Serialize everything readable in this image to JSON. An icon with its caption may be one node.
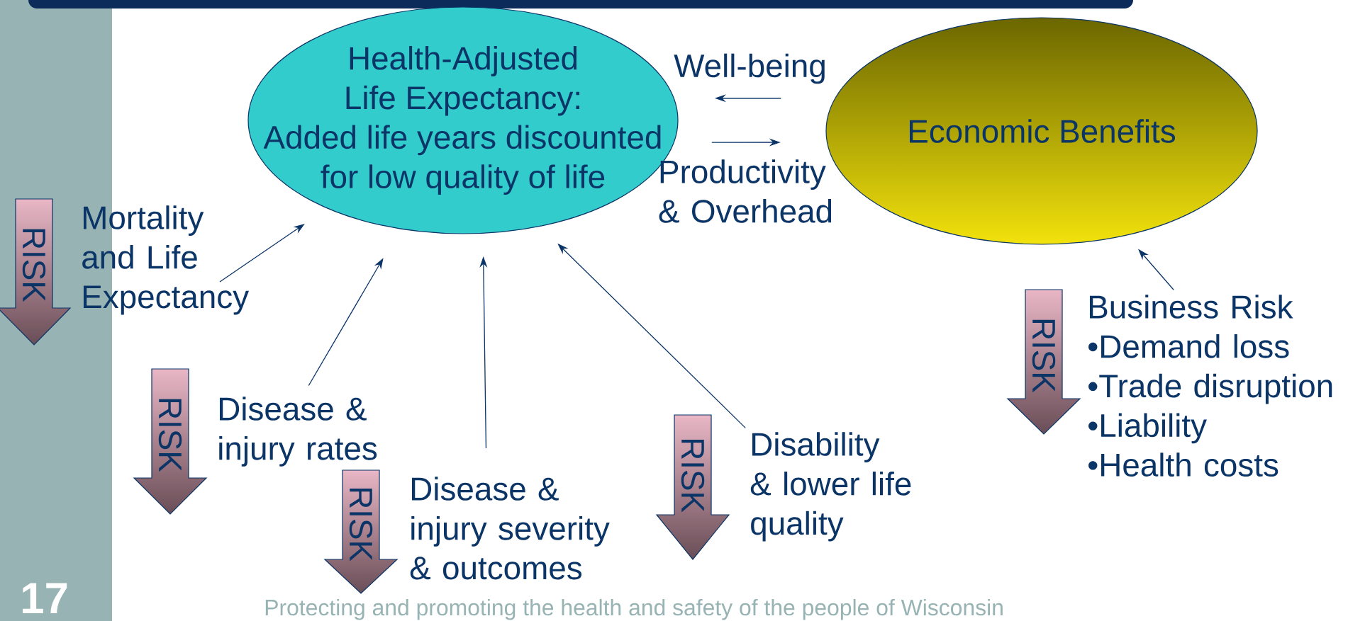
{
  "diagram": {
    "nodes": [
      {
        "text": [
          "Health-Adjusted Life Expectancy:",
          "Added life years discounted for low quality of life"
        ]
      },
      {
        "text": [
          "Economic Benefits"
        ]
      },
      {
        "text": [
          "RISK"
        ]
      },
      {
        "text": [
          "Mortality and Life Expectancy"
        ]
      },
      {
        "text": [
          "RISK"
        ]
      },
      {
        "text": [
          "Business Risk",
          "•Demand loss",
          "•Trade disruption",
          "•Liability",
          "•Health costs"
        ]
      },
      {
        "text": [
          "RISK"
        ]
      },
      {
        "text": [
          "Disease & injury rates"
        ]
      },
      {
        "text": [
          "RISK"
        ]
      },
      {
        "text": [
          "Disability & lower life quality"
        ]
      },
      {
        "text": [
          "RISK"
        ]
      },
      {
        "text": [
          "Disease & injury severity & outcomes"
        ]
      }
    ],
    "edges": [
      {
        "from": 1,
        "to": 0,
        "arrow": "to",
        "label": "Well-being"
      },
      {
        "from": 0,
        "to": 1,
        "arrow": "to",
        "label": "Productivity & Overhead"
      },
      {
        "from": 3,
        "to": 0,
        "arrow": "to"
      },
      {
        "from": 7,
        "to": 0,
        "arrow": "to"
      },
      {
        "from": 11,
        "to": 0,
        "arrow": "to"
      },
      {
        "from": 9,
        "to": 0,
        "arrow": "to"
      },
      {
        "from": 5,
        "to": 1,
        "arrow": "to"
      }
    ],
    "labels": [
      "17",
      "Protecting and promoting the health and safety of the people of Wisconsin"
    ]
  }
}
